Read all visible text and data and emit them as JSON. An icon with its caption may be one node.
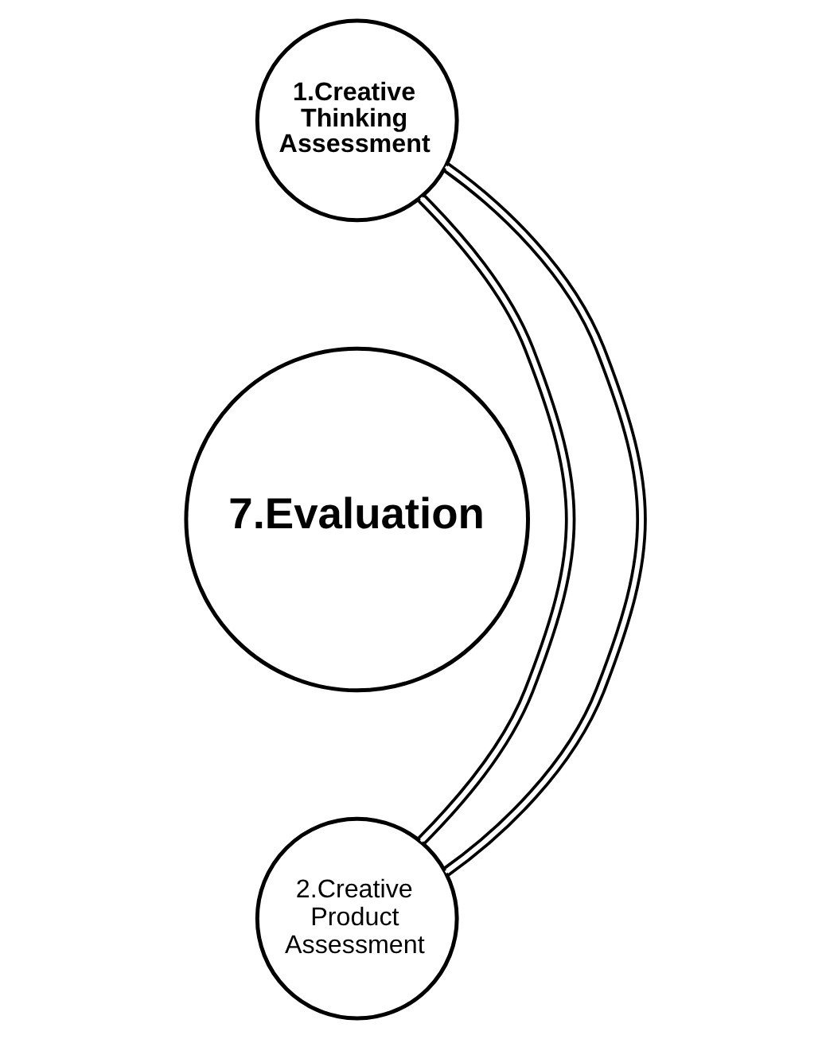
{
  "diagram": {
    "nodes": [
      {
        "text": [
          "1.Creative Thinking Assessment"
        ]
      },
      {
        "text": [
          "7.Evaluation"
        ]
      },
      {
        "text": [
          "2.Creative Product Assessment"
        ]
      }
    ],
    "edges": [
      {
        "from": 0,
        "to": 2,
        "arrow": "none"
      },
      {
        "from": 0,
        "to": 2,
        "arrow": "none"
      }
    ]
  }
}
